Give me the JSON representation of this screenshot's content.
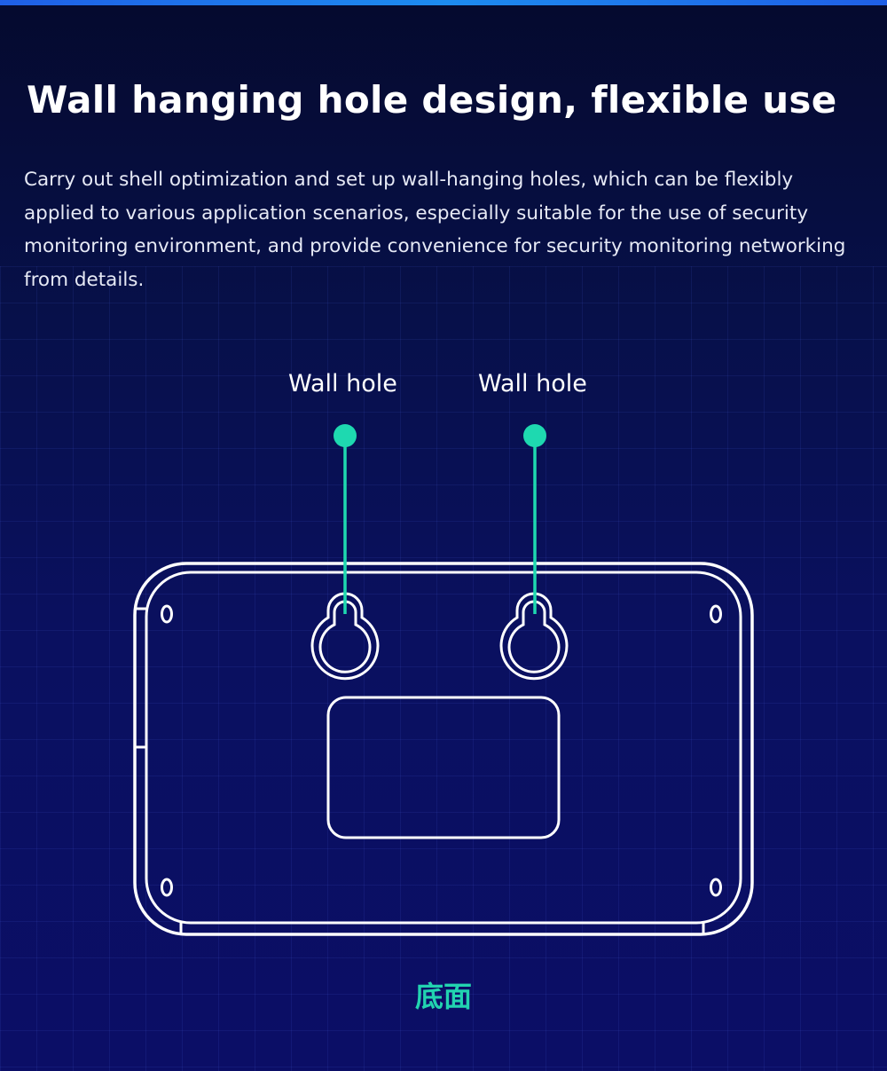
{
  "heading": "Wall hanging hole design, flexible use",
  "description": "Carry out shell optimization and set up wall-hanging holes, which can be flexibly applied to various application scenarios, especially suitable for the use of security monitoring environment, and provide convenience for security monitoring networking from details.",
  "diagram": {
    "callouts": [
      {
        "label": "Wall hole"
      },
      {
        "label": "Wall hole"
      }
    ],
    "caption": "底面"
  },
  "colors": {
    "accent": "#1ed9b0",
    "outline": "#ffffff",
    "background": "#08105a",
    "top_bar": "#1d8cf0"
  }
}
